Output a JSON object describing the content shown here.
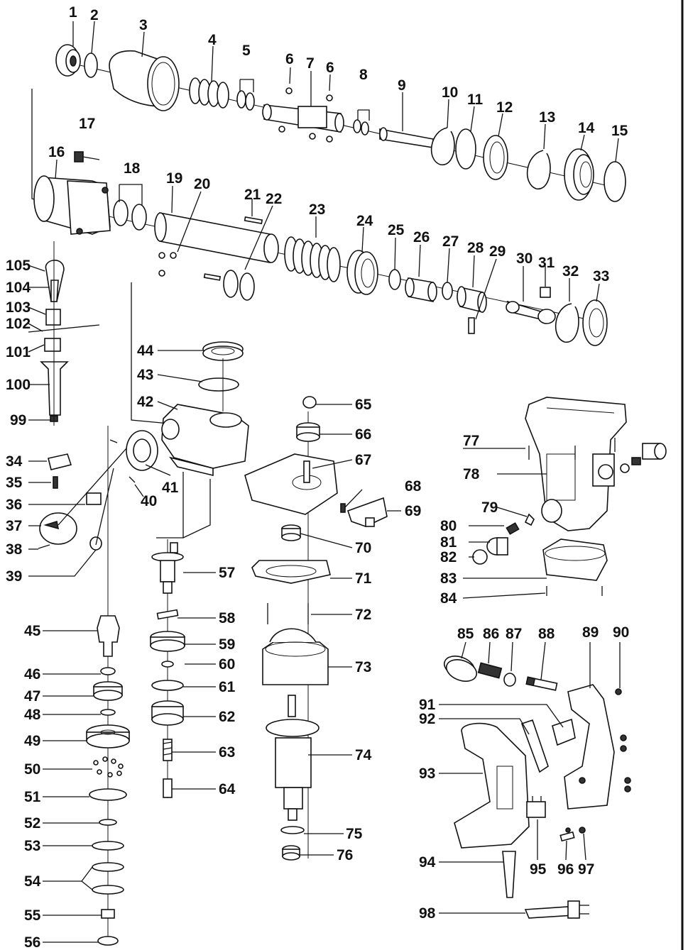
{
  "labels": [
    "1",
    "2",
    "3",
    "4",
    "5",
    "6",
    "7",
    "6",
    "8",
    "9",
    "10",
    "11",
    "12",
    "13",
    "14",
    "15",
    "16",
    "17",
    "18",
    "19",
    "20",
    "21",
    "22",
    "23",
    "24",
    "25",
    "26",
    "27",
    "28",
    "29",
    "30",
    "31",
    "32",
    "33",
    "34",
    "35",
    "36",
    "37",
    "38",
    "39",
    "40",
    "41",
    "42",
    "43",
    "44",
    "45",
    "46",
    "47",
    "48",
    "49",
    "50",
    "51",
    "52",
    "53",
    "54",
    "55",
    "56",
    "57",
    "58",
    "59",
    "60",
    "61",
    "62",
    "63",
    "64",
    "65",
    "66",
    "67",
    "68",
    "69",
    "70",
    "71",
    "72",
    "73",
    "74",
    "75",
    "76",
    "77",
    "78",
    "79",
    "80",
    "81",
    "82",
    "83",
    "84",
    "85",
    "86",
    "87",
    "88",
    "89",
    "90",
    "91",
    "92",
    "93",
    "94",
    "95",
    "96",
    "97",
    "98",
    "99",
    "100",
    "101",
    "102",
    "103",
    "104",
    "105"
  ]
}
